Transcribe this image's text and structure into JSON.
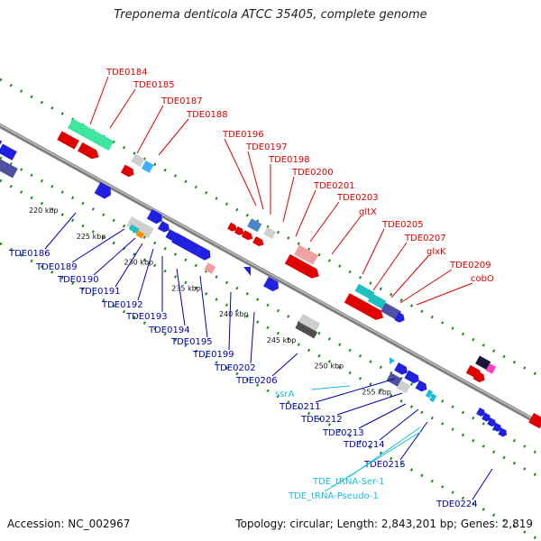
{
  "title": "Treponema denticola ATCC 35405, complete genome",
  "footer": {
    "accession": "Accession: NC_002967",
    "summary": "Topology: circular; Length: 2,843,201 bp; Genes: 2,819"
  },
  "colors": {
    "top_label": "#e00000",
    "bottom_label": "#0000b0",
    "rna_label": "#19bde0",
    "axis": "#8c8c8c",
    "dots": "#1a8a1a"
  },
  "ticks": [
    {
      "label": "220 kbp",
      "kb": 220
    },
    {
      "label": "225 kbp",
      "kb": 225
    },
    {
      "label": "230 kbp",
      "kb": 230
    },
    {
      "label": "235 kbp",
      "kb": 235
    },
    {
      "label": "240 kbp",
      "kb": 240
    },
    {
      "label": "245 kbp",
      "kb": 245
    },
    {
      "label": "250 kbp",
      "kb": 250
    },
    {
      "label": "255 kbp",
      "kb": 255
    }
  ],
  "top_labels": [
    "TDE0184",
    "TDE0185",
    "TDE0187",
    "TDE0188",
    "TDE0196",
    "TDE0197",
    "TDE0198",
    "TDE0200",
    "TDE0201",
    "TDE0203",
    "gltX",
    "TDE0205",
    "TDE0207",
    "glxK",
    "TDE0209",
    "cobO"
  ],
  "bottom_labels": [
    "TDE0186",
    "TDE0189",
    "TDE0190",
    "TDE0191",
    "TDE0192",
    "TDE0193",
    "TDE0194",
    "TDE0195",
    "TDE0199",
    "TDE0202",
    "TDE0206",
    "ssrA",
    "TDE0211",
    "TDE0212",
    "TDE0213",
    "TDE0214",
    "TDE0215",
    "TDE_tRNA-Ser-1",
    "TDE_tRNA-Pseudo-1",
    "TDE0224"
  ]
}
